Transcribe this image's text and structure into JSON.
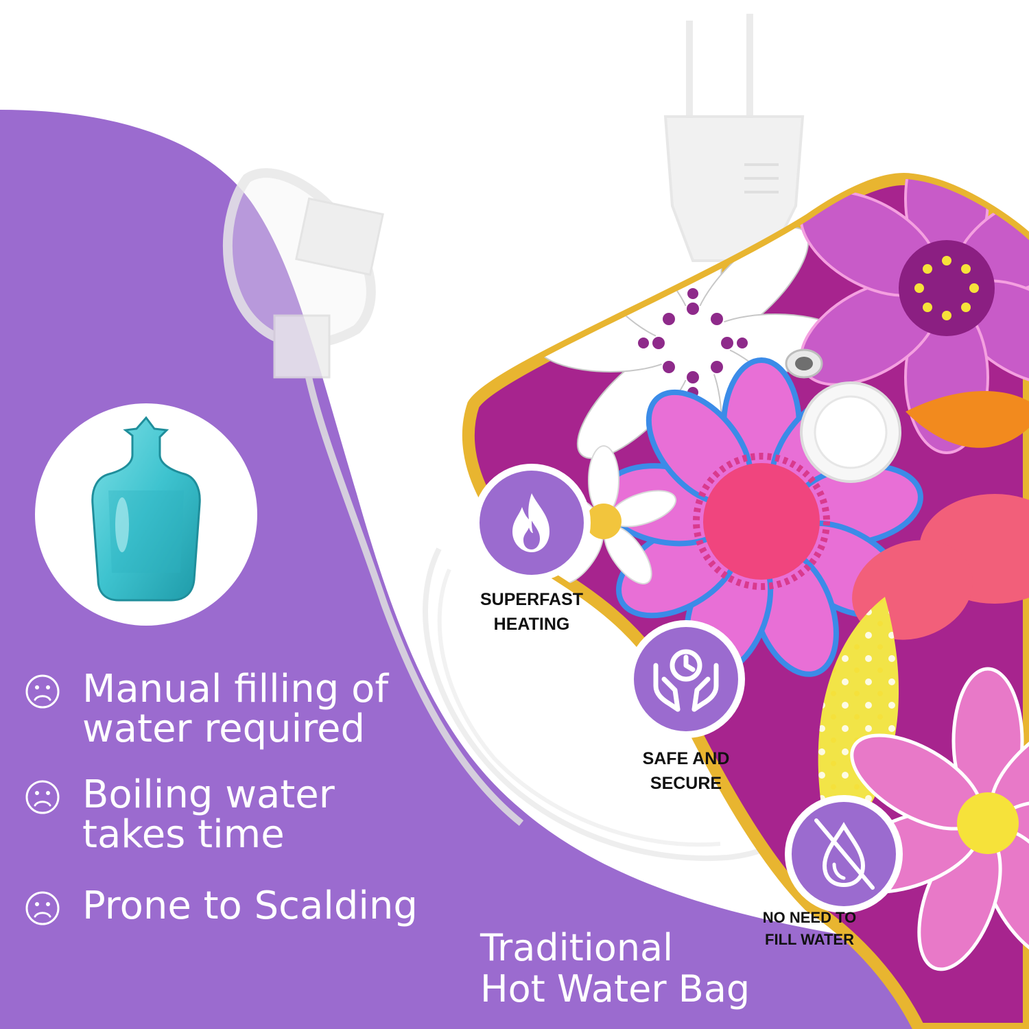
{
  "cons": [
    {
      "icon": "sad-face-icon",
      "text_lines": [
        "Manual filling of",
        "water required"
      ]
    },
    {
      "icon": "sad-face-icon",
      "text_lines": [
        "Boiling water",
        "takes time"
      ]
    },
    {
      "icon": "sad-face-icon",
      "text_lines": [
        "Prone to Scalding"
      ]
    }
  ],
  "features": [
    {
      "icon": "flame-icon",
      "label_lines": [
        "SUPERFAST",
        "HEATING"
      ]
    },
    {
      "icon": "hands-clock-icon",
      "label_lines": [
        "SAFE AND",
        "SECURE"
      ]
    },
    {
      "icon": "no-water-drop-icon",
      "label_lines": [
        "NO NEED TO",
        "FILL WATER"
      ]
    }
  ],
  "caption_lines": [
    "Traditional",
    "Hot Water Bag"
  ],
  "colors": {
    "purple": "#9B6BCF",
    "bottle_teal": "#3EC3CF",
    "bag_trim": "#E8B530",
    "bag_magenta": "#A7248E"
  }
}
